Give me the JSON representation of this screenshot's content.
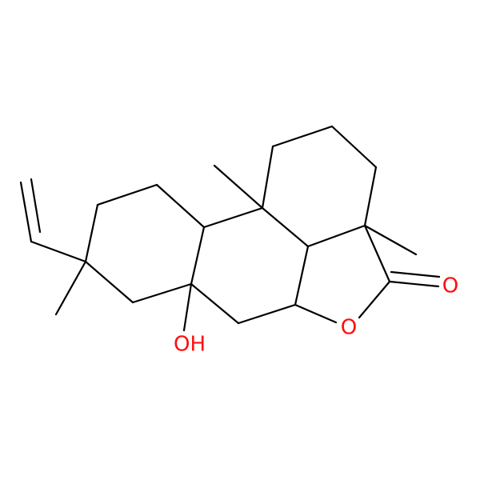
{
  "structure": {
    "atoms": [
      {
        "id": "OH",
        "symbol": "O",
        "label": "OH",
        "color": "#ff0d0d"
      },
      {
        "id": "O_ring",
        "symbol": "O",
        "label": "O",
        "color": "#ff0d0d"
      },
      {
        "id": "O_carbonyl",
        "symbol": "O",
        "label": "O",
        "color": "#ff0d0d"
      }
    ],
    "bond_color": "#000000"
  }
}
